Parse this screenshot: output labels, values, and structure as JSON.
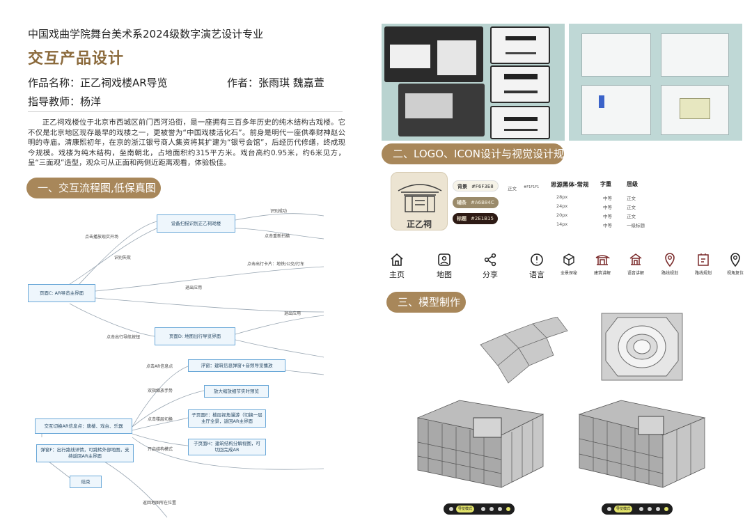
{
  "header": {
    "department": "中国戏曲学院舞台美术系2024级数字演艺设计专业",
    "course_title": "交互产品设计",
    "work_name": "作品名称：正乙祠戏楼AR导览",
    "authors": "作者：张雨琪  魏嘉萱",
    "teacher": "指导教师：杨洋"
  },
  "intro": "正乙祠戏楼位于北京市西城区前门西河沿街，是一座拥有三百多年历史的纯木结构古戏楼。它不仅是北京地区现存最早的戏楼之一，更被誉为“中国戏楼活化石”。前身是明代一座供奉财神赵公明的寺庙。清康熙初年，在京的浙江银号商人集资将其扩建为“银号会馆”，后经历代修缮，终成现今规模。戏楼为纯木结构，坐南朝北，占地面积约315平方米。戏台高约0.95米，约6米见方，呈“三面观”造型，观众可从正面和两侧近距离观看，体验极佳。",
  "sections": {
    "s1": "一、交互流程图,低保真图",
    "s2": "二、LOGO、ICON设计与视觉设计规范",
    "s3": "三、模型制作"
  },
  "flowchart": {
    "boxes": {
      "scan": "设备扫描识别正乙祠戏楼",
      "ar_main": "页面C: AR导览主界面",
      "map": "页面D: 地图出行导览界面",
      "info_card": "浮窗：建筑信息弹窗+音频导览播放",
      "zoom": "放大缩放细节实时预览",
      "switch_mode": "交互切换AR信息点：唐楼、戏台、乐器",
      "sub_e": "子页面E：楼层视角漫游（切换一层主厅全景，返回AR主界面",
      "sub_g": "子页面H：建筑结构分解视图，可切回完成AR",
      "page_f": "弹窗F：出行路线详情，可跳转外部地图，支持返回AR主界面",
      "end": "结束"
    },
    "labels": {
      "identify_ok": "识别成功",
      "click_real": "点击播放现实开场",
      "click_rescan": "点击重新扫描",
      "identify_fail": "识别失败",
      "click_travel": "点击出行卡片：地铁/公交/打车",
      "exit_app": "退出应用",
      "exit_app2": "退出应用",
      "click_nav": "点击出行导航按钮",
      "click_ar_point": "点击AR信息点",
      "double_tap": "双指缩放手势",
      "click_floor": "点击楼层切换",
      "open_structure": "开启结构模式",
      "return_position": "返回地图所在位置"
    }
  },
  "spec": {
    "logo_text": "正乙祠",
    "swatches": [
      {
        "label": "背景",
        "hex": "#F6F3E8",
        "color": "#f6f3e8",
        "text_color": "#333333"
      },
      {
        "label": "辅条",
        "hex": "#A6B84C",
        "color": "#9a8a6a",
        "text_color": "#f4efe0"
      },
      {
        "label": "标题",
        "hex": "#2E1B15",
        "color": "#2e1b15",
        "text_color": "#f0e6d0"
      }
    ],
    "body_label": "正文",
    "body_hex": "#F1F1F1",
    "font_name": "思源黑体-常规",
    "col_weight": "字重",
    "col_level": "层级",
    "font_rows": [
      {
        "size": "28px",
        "weight": "中等",
        "level": "正文"
      },
      {
        "size": "24px",
        "weight": "中等",
        "level": "正文"
      },
      {
        "size": "20px",
        "weight": "中等",
        "level": "正文"
      },
      {
        "size": "14px",
        "weight": "中等",
        "level": "一级标题"
      }
    ]
  },
  "icons": [
    {
      "name": "home-icon",
      "label": "主页"
    },
    {
      "name": "map-icon",
      "label": "地图"
    },
    {
      "name": "share-icon",
      "label": "分享"
    },
    {
      "name": "language-icon",
      "label": "语言"
    },
    {
      "name": "panorama-icon",
      "label": "全景探秘"
    },
    {
      "name": "building-explain-icon",
      "label": "建筑讲解"
    },
    {
      "name": "voice-explain-icon",
      "label": "语音讲解"
    },
    {
      "name": "route-plan-icon",
      "label": "路线规划"
    },
    {
      "name": "route-plan-icon-2",
      "label": "路线规划"
    },
    {
      "name": "locate-icon",
      "label": "视角复位"
    }
  ],
  "model_toolbar": {
    "accent_label": "导览模式"
  },
  "colors": {
    "accent_brown": "#a8875a",
    "title_brown": "#8b6a3c",
    "teal_bg": "#b9d3d0",
    "flow_blue": "#6aa8d8"
  }
}
